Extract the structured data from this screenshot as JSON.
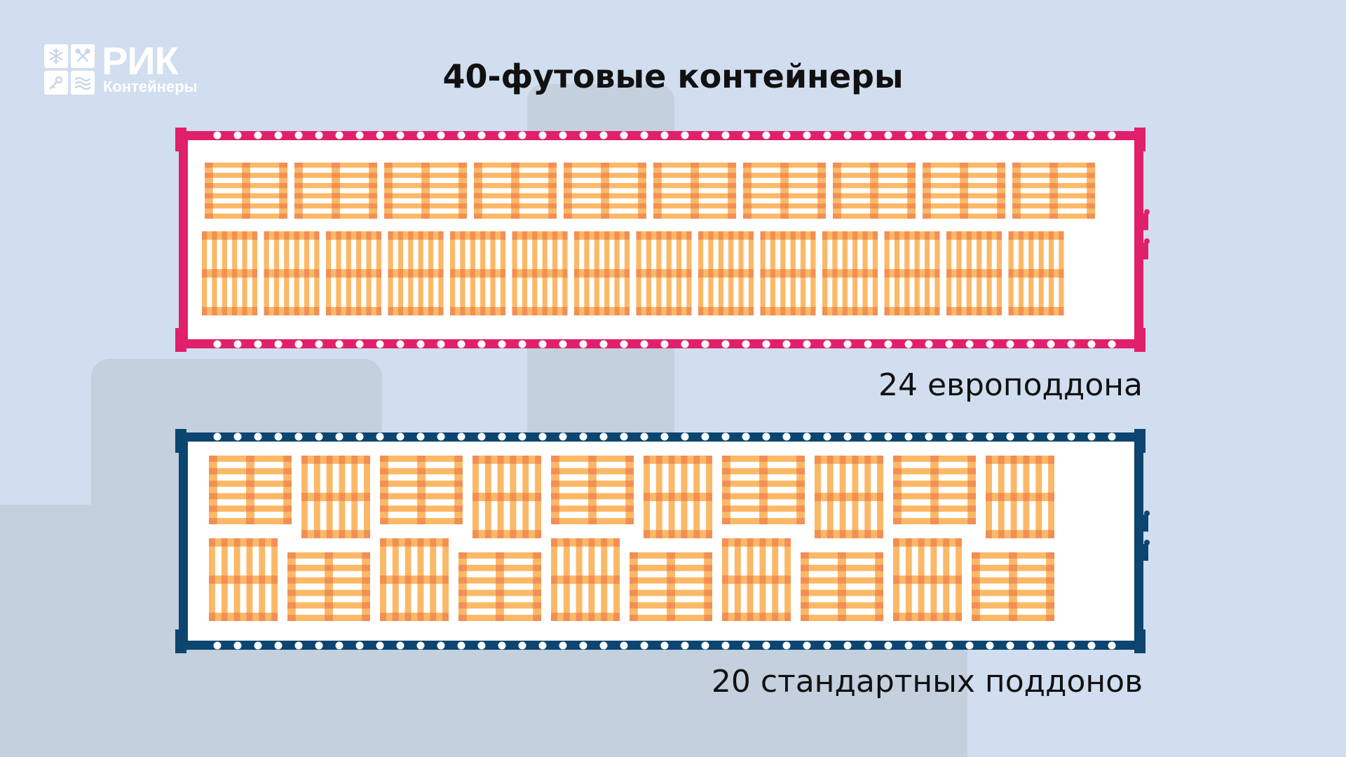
{
  "logo": {
    "brand": "РИК",
    "sub": "Контейнеры",
    "icons": [
      "snowflake-icon",
      "tools-icon",
      "key-icon",
      "waves-icon"
    ]
  },
  "title": "40-футовые контейнеры",
  "containers": [
    {
      "label": "24 европоддона",
      "frame_color": "#e0206a",
      "pallet_count": 24,
      "rows": [
        {
          "count": 10,
          "orientation": "horizontal"
        },
        {
          "count": 14,
          "orientation": "vertical"
        }
      ]
    },
    {
      "label": "20 стандартных поддонов",
      "frame_color": "#0c4570",
      "pallet_count": 20,
      "rows": [
        {
          "pattern": [
            "horizontal",
            "vertical",
            "horizontal",
            "vertical",
            "horizontal",
            "vertical",
            "horizontal",
            "vertical",
            "horizontal",
            "vertical"
          ]
        },
        {
          "pattern": [
            "vertical",
            "horizontal",
            "vertical",
            "horizontal",
            "vertical",
            "horizontal",
            "vertical",
            "horizontal",
            "vertical",
            "horizontal"
          ]
        }
      ]
    }
  ],
  "colors": {
    "background": "#d1deef",
    "background_shape": "#c4d0de",
    "pallet_board": "#fbb967",
    "pallet_block": "#f28f55",
    "container_inner": "#ffffff"
  }
}
